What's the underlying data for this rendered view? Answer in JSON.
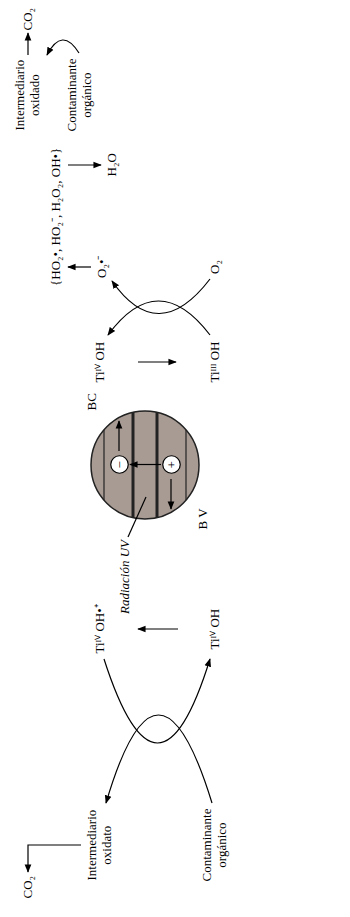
{
  "diagram": {
    "nodes": [
      {
        "text": [
          "BC",
          "B V"
        ]
      },
      {
        "text": [
          "−"
        ],
        "in": 0
      },
      {
        "text": [
          "+"
        ],
        "in": 0
      }
    ],
    "edges": [
      {
        "from": 2,
        "to": 1,
        "arrow": "to"
      }
    ],
    "labels": [
      "CO₂",
      "Intermediario oxidado",
      "Contaminante orgánico",
      "{HO₂•, HO₂⁻, H₂O₂, OH•}",
      "H₂O",
      "O₂•⁻",
      "Tiᴵⱽ OH",
      "Tiᴵᴵᴵ OH",
      "O₂",
      "Radiación UV",
      "Tiᴵⱽ OH",
      "Tiᴵⱽ OH•⁺",
      "Contaminante orgánico",
      "Intermediario oxidato",
      "CO₂"
    ]
  }
}
